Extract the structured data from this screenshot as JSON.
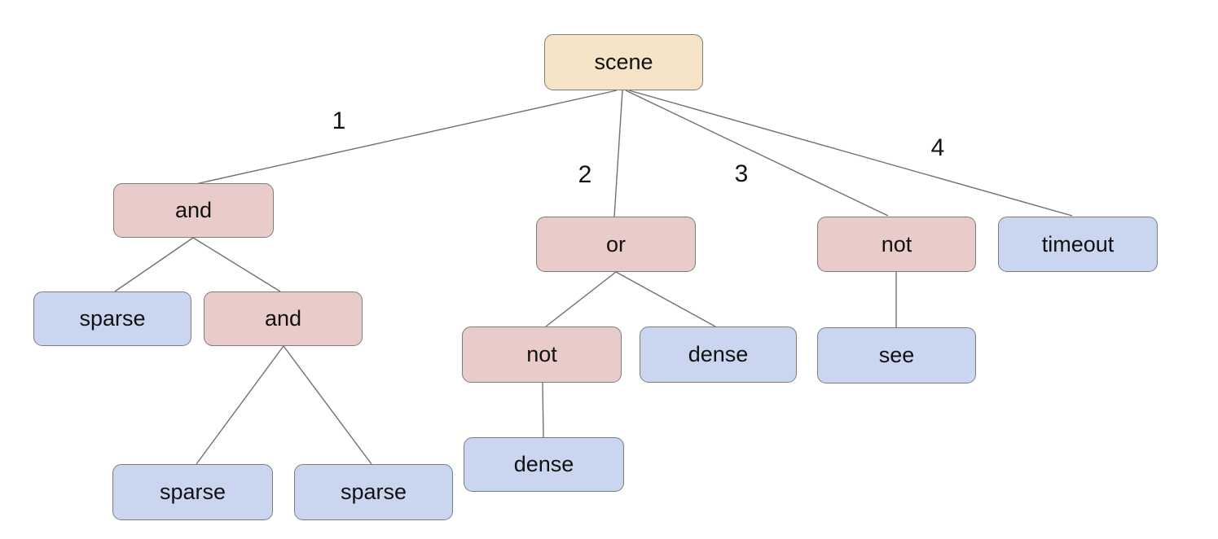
{
  "colors": {
    "background": "#ffffff",
    "root_fill": "#f6e4c6",
    "operator_fill": "#e9cbc9",
    "leaf_fill": "#cad6f0",
    "node_border": "#7c7c7c",
    "edge_line": "#707070",
    "text": "#111111"
  },
  "tree": {
    "label": "scene",
    "type": "root",
    "children": [
      {
        "edge_label": "1",
        "label": "and",
        "type": "operator",
        "children": [
          {
            "label": "sparse",
            "type": "leaf",
            "children": []
          },
          {
            "label": "and",
            "type": "operator",
            "children": [
              {
                "label": "sparse",
                "type": "leaf",
                "children": []
              },
              {
                "label": "sparse",
                "type": "leaf",
                "children": []
              }
            ]
          }
        ]
      },
      {
        "edge_label": "2",
        "label": "or",
        "type": "operator",
        "children": [
          {
            "label": "not",
            "type": "operator",
            "children": [
              {
                "label": "dense",
                "type": "leaf",
                "children": []
              }
            ]
          },
          {
            "label": "dense",
            "type": "leaf",
            "children": []
          }
        ]
      },
      {
        "edge_label": "3",
        "label": "not",
        "type": "operator",
        "children": [
          {
            "label": "see",
            "type": "leaf",
            "children": []
          }
        ]
      },
      {
        "edge_label": "4",
        "label": "timeout",
        "type": "leaf",
        "children": []
      }
    ]
  }
}
